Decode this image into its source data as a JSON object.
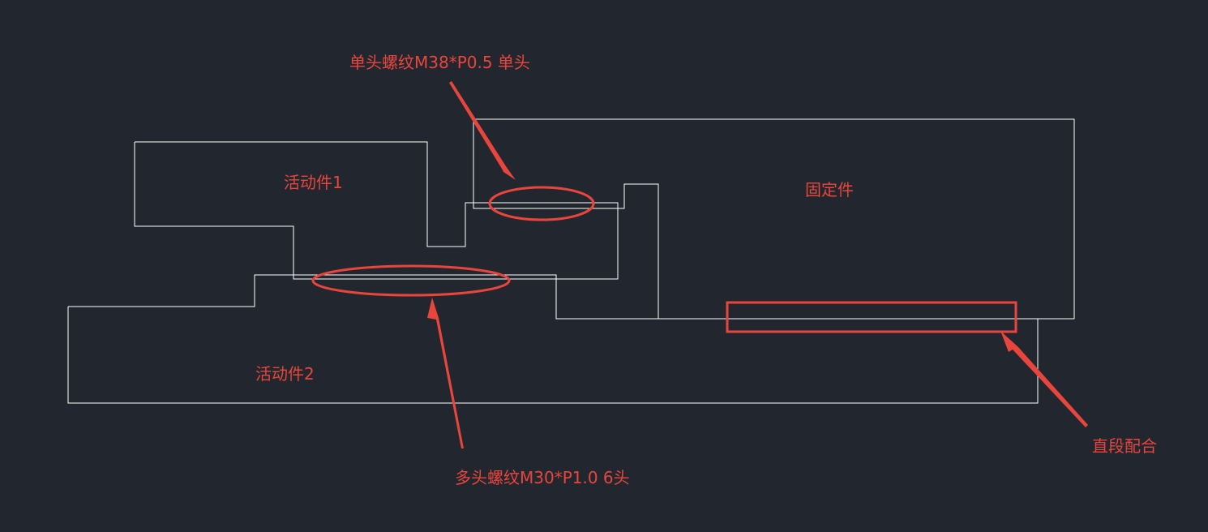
{
  "parts": {
    "moving_part_1": "活动件1",
    "moving_part_2": "活动件2",
    "fixed_part": "固定件"
  },
  "callouts": {
    "single_thread": "单头螺纹M38*P0.5 单头",
    "multi_thread": "多头螺纹M30*P1.0  6头",
    "straight_fit": "直段配合"
  },
  "colors": {
    "background": "#22272f",
    "outline": "#ffffff",
    "annotation": "#e8453c"
  }
}
